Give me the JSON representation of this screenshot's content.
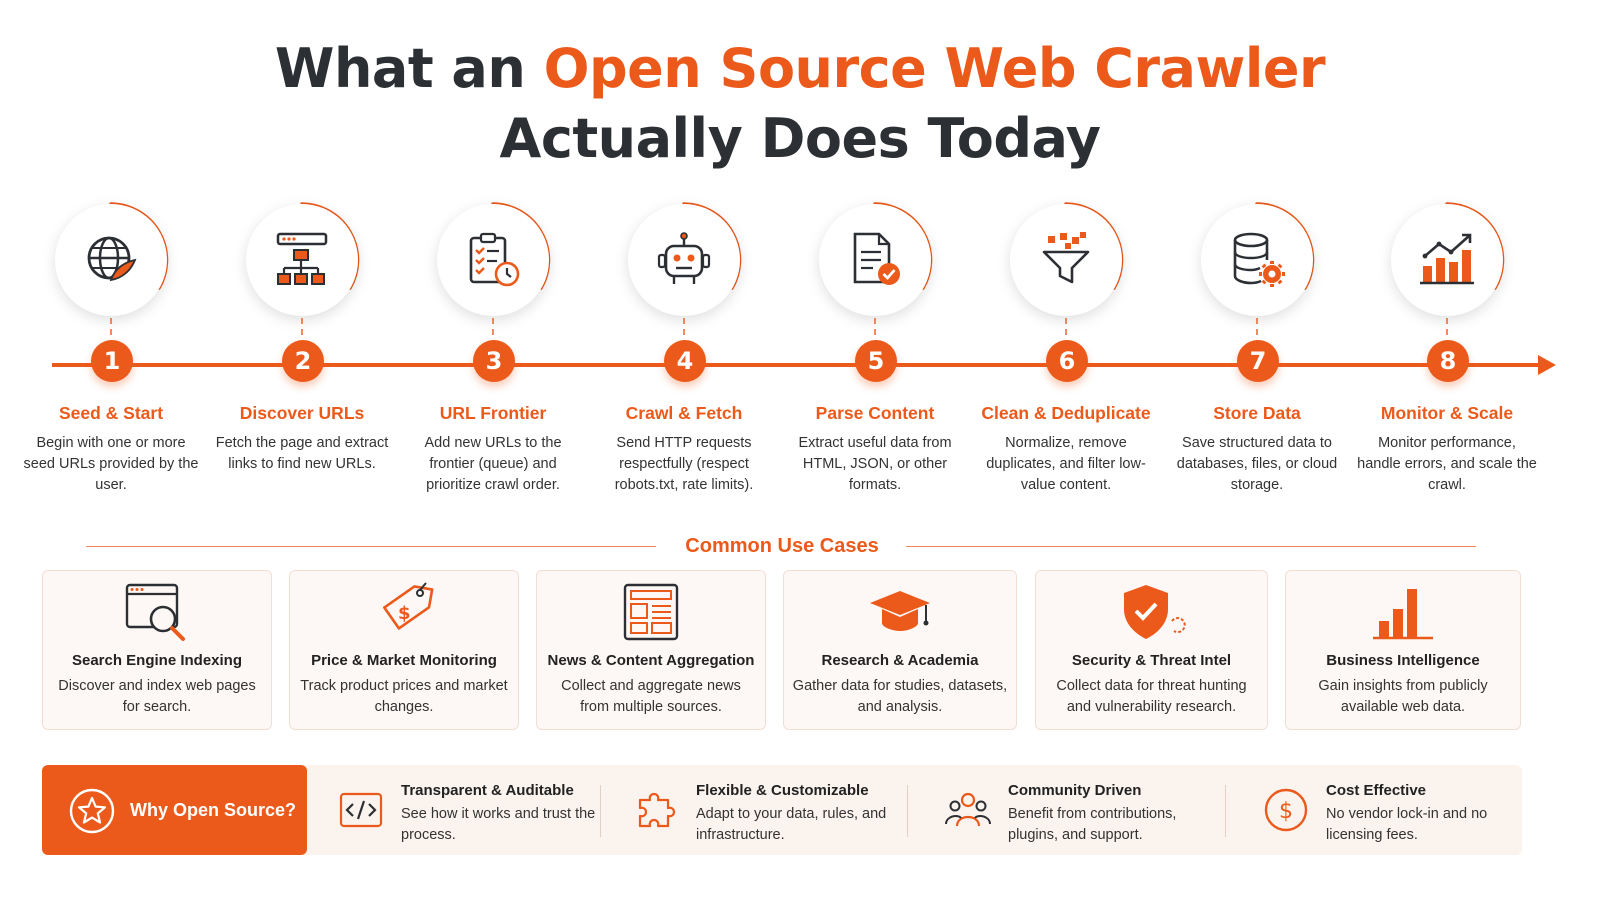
{
  "title": {
    "line1_prefix": "What an ",
    "line1_accent": "Open Source Web Crawler",
    "line2": "Actually Does Today"
  },
  "colors": {
    "accent": "#ec5a1b",
    "text": "#2c2f33"
  },
  "steps": [
    {
      "num": "1",
      "label": "Seed & Start",
      "desc": "Begin with one or more seed URLs provided by the user.",
      "icon": "globe-icon"
    },
    {
      "num": "2",
      "label": "Discover URLs",
      "desc": "Fetch the page and extract links to find new URLs.",
      "icon": "sitemap-icon"
    },
    {
      "num": "3",
      "label": "URL Frontier",
      "desc": "Add new URLs to the frontier (queue) and prioritize crawl order.",
      "icon": "checklist-clock-icon"
    },
    {
      "num": "4",
      "label": "Crawl & Fetch",
      "desc": "Send HTTP requests respectfully (respect robots.txt, rate limits).",
      "icon": "robot-icon"
    },
    {
      "num": "5",
      "label": "Parse Content",
      "desc": "Extract useful data from HTML, JSON, or other formats.",
      "icon": "document-check-icon"
    },
    {
      "num": "6",
      "label": "Clean & Deduplicate",
      "desc": "Normalize, remove duplicates, and filter low-value content.",
      "icon": "funnel-icon"
    },
    {
      "num": "7",
      "label": "Store Data",
      "desc": "Save structured data to databases, files, or cloud storage.",
      "icon": "database-gear-icon"
    },
    {
      "num": "8",
      "label": "Monitor & Scale",
      "desc": "Monitor performance, handle errors, and scale the crawl.",
      "icon": "growth-chart-icon"
    }
  ],
  "use_cases": {
    "heading": "Common Use Cases",
    "items": [
      {
        "title": "Search Engine Indexing",
        "desc": "Discover and index web pages for search.",
        "icon": "browser-search-icon"
      },
      {
        "title": "Price & Market Monitoring",
        "desc": "Track product prices and market changes.",
        "icon": "price-tag-icon"
      },
      {
        "title": "News & Content Aggregation",
        "desc": "Collect and aggregate news from multiple sources.",
        "icon": "newspaper-icon"
      },
      {
        "title": "Research & Academia",
        "desc": "Gather data for studies, datasets, and analysis.",
        "icon": "graduation-cap-icon"
      },
      {
        "title": "Security & Threat Intel",
        "desc": "Collect data for threat hunting and vulnerability research.",
        "icon": "shield-check-icon"
      },
      {
        "title": "Business Intelligence",
        "desc": "Gain insights from publicly available web data.",
        "icon": "bar-chart-icon"
      }
    ]
  },
  "why": {
    "title": "Why Open Source?",
    "benefits": [
      {
        "title": "Transparent & Auditable",
        "desc": "See how it works and trust the process.",
        "icon": "code-icon"
      },
      {
        "title": "Flexible & Customizable",
        "desc": "Adapt to your data, rules, and infrastructure.",
        "icon": "puzzle-icon"
      },
      {
        "title": "Community Driven",
        "desc": "Benefit from contributions, plugins, and support.",
        "icon": "community-icon"
      },
      {
        "title": "Cost Effective",
        "desc": "No vendor lock-in and no licensing fees.",
        "icon": "dollar-icon"
      }
    ]
  }
}
